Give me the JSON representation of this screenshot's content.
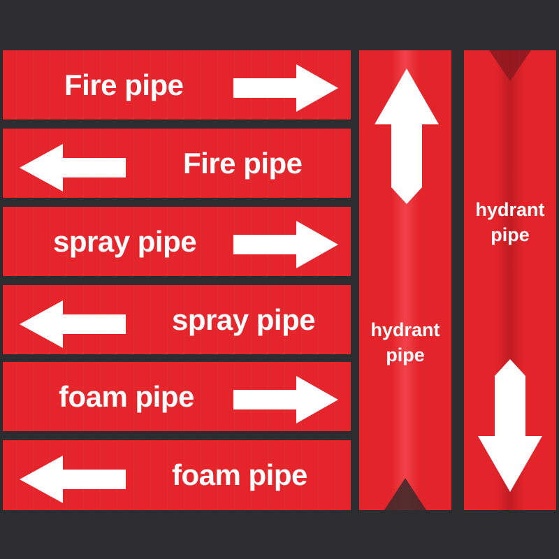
{
  "labels": [
    {
      "text": "Fire pipe",
      "direction": "right"
    },
    {
      "text": "Fire pipe",
      "direction": "left"
    },
    {
      "text": "spray pipe",
      "direction": "right"
    },
    {
      "text": "spray pipe",
      "direction": "left"
    },
    {
      "text": "foam pipe",
      "direction": "right"
    },
    {
      "text": "foam pipe",
      "direction": "left"
    }
  ],
  "vertical_labels": [
    {
      "line1": "hydrant",
      "line2": "pipe",
      "direction": "up"
    },
    {
      "line1": "hydrant",
      "line2": "pipe",
      "direction": "down"
    }
  ],
  "colors": {
    "label_red": "#e5252b",
    "text_white": "#ffffff",
    "background": "#2d2c2e"
  }
}
